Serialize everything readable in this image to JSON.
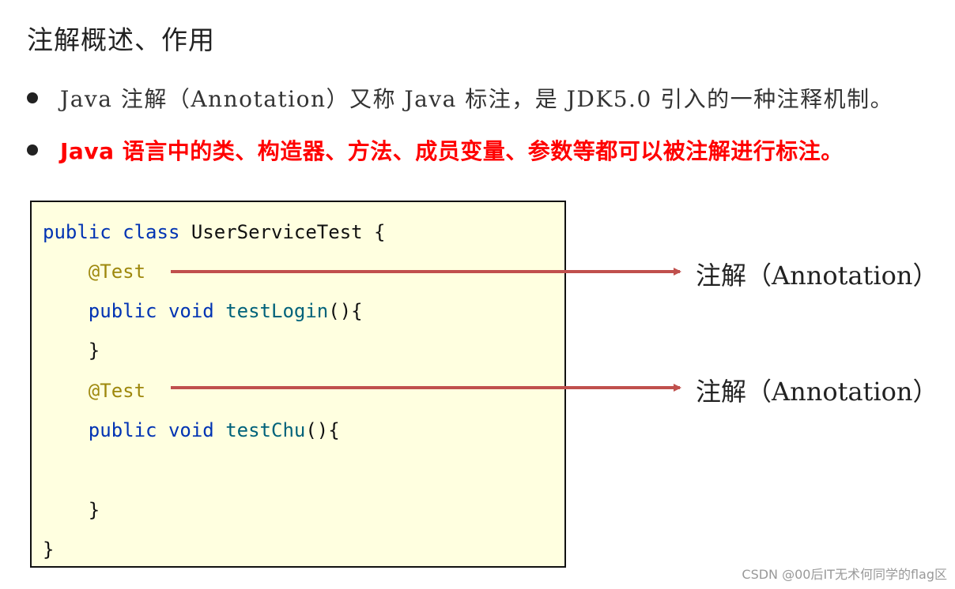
{
  "title": "注解概述、作用",
  "bullets": [
    "Java 注解（Annotation）又称 Java 标注，是 JDK5.0 引入的一种注释机制。",
    "Java 语言中的类、构造器、方法、成员变量、参数等都可以被注解进行标注。"
  ],
  "code": {
    "class_decl": {
      "kw1": "public",
      "kw2": "class",
      "name": "UserServiceTest",
      "brace": " {"
    },
    "ann1": "@Test",
    "m1": {
      "kw1": "public",
      "kw2": "void",
      "name": "testLogin",
      "tail": "(){"
    },
    "close1": "}",
    "ann2": "@Test",
    "m2": {
      "kw1": "public",
      "kw2": "void",
      "name": "testChu",
      "tail": "(){"
    },
    "close2": "}",
    "close3": "}"
  },
  "labels": [
    "注解（Annotation）",
    "注解（Annotation）"
  ],
  "watermark": "CSDN @00后IT无术何同学的flag区",
  "colors": {
    "keyword": "#0033b3",
    "annotation": "#9e880d",
    "method": "#00627a",
    "emphasis": "#ff0000",
    "arrow": "#c0504d",
    "code_bg": "#ffffe0"
  }
}
